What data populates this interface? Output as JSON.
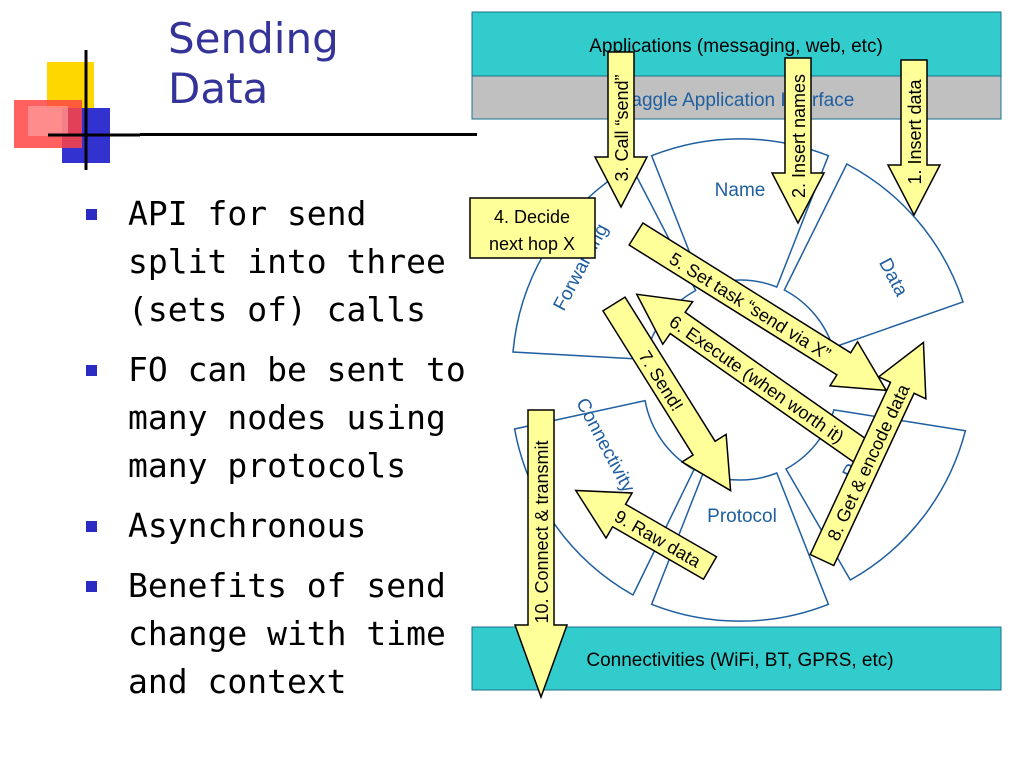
{
  "slide": {
    "title_line1": "Sending",
    "title_line2": "Data",
    "bullets": [
      {
        "text": "API for send split into three (sets of) calls"
      },
      {
        "text": "FO can be sent to many nodes using many protocols"
      },
      {
        "text": "Asynchronous"
      },
      {
        "text": "Benefits of send change with time and context"
      }
    ]
  },
  "diagram": {
    "top_box": "Applications (messaging, web, etc)",
    "api_box": "Haggle Application Interface",
    "bottom_box": "Connectivities (WiFi, BT, GPRS, etc)",
    "segments": {
      "name": "Name",
      "data": "Data",
      "forwarding": "Forwarding",
      "connectivity": "Connectivity",
      "protocol": "Protocol",
      "resource": "Resource"
    },
    "steps": {
      "s1": "1. Insert data",
      "s2": "2. Insert names",
      "s3": "3. Call “send”",
      "s4_line1": "4. Decide",
      "s4_line2": "next hop X",
      "s5": "5. Set task “send via X”",
      "s6": "6. Execute (when worth it)",
      "s7": "7. Send!",
      "s8": "8. Get & encode data",
      "s9": "9. Raw data",
      "s10": "10. Connect & transmit"
    }
  },
  "colors": {
    "title": "#33339a",
    "bullet": "#2b2bc4",
    "teal_box": "#33cccc",
    "grey_box": "#c0c0c0",
    "arrow_fill": "#ffff99",
    "segment_text": "#1f5fa0"
  }
}
